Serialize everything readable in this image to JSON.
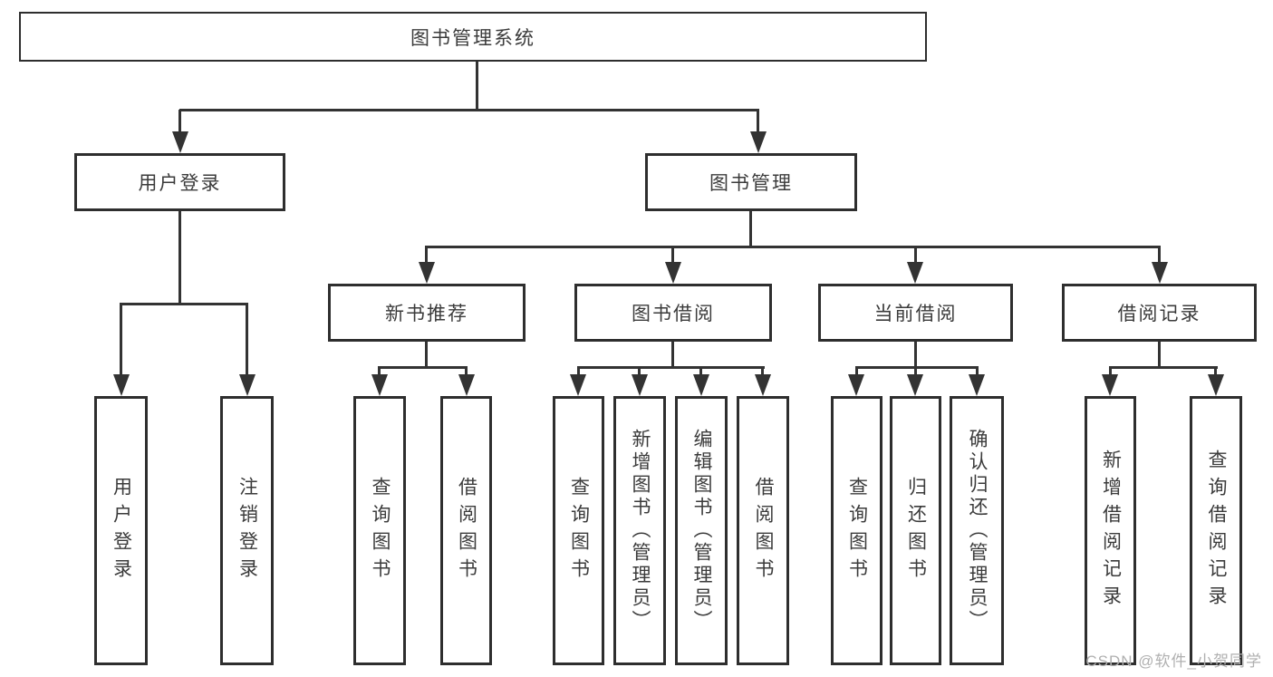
{
  "diagram": {
    "root": {
      "label": "图书管理系统"
    },
    "level2": [
      {
        "label": "用户登录"
      },
      {
        "label": "图书管理"
      }
    ],
    "level3": [
      {
        "label": "新书推荐"
      },
      {
        "label": "图书借阅"
      },
      {
        "label": "当前借阅"
      },
      {
        "label": "借阅记录"
      }
    ],
    "leaves": {
      "user_login": [
        "用户登录",
        "注销登录"
      ],
      "new_book": [
        "查询图书",
        "借阅图书"
      ],
      "book_borrow": [
        "查询图书",
        "新增图书（管理员）",
        "编辑图书（管理员）",
        "借阅图书"
      ],
      "current_borrow": [
        "查询图书",
        "归还图书",
        "确认归还（管理员）"
      ],
      "borrow_record": [
        "新增借阅记录",
        "查询借阅记录"
      ]
    }
  },
  "watermark": {
    "text": "CSDN @软件_小贺同学"
  },
  "colors": {
    "line": "#333333",
    "border": "#2e2e2e",
    "text": "#3b3b3b",
    "background": "#ffffff",
    "watermark": "#b0b0b0"
  }
}
